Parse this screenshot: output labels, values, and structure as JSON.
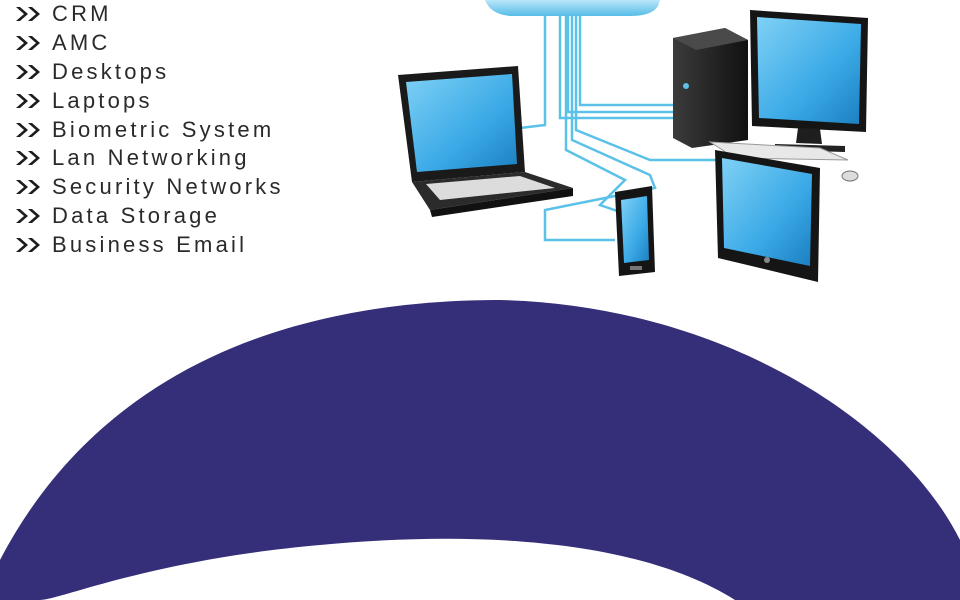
{
  "services": [
    {
      "label": "CRM"
    },
    {
      "label": "AMC"
    },
    {
      "label": "Desktops"
    },
    {
      "label": "Laptops"
    },
    {
      "label": "Biometric System"
    },
    {
      "label": "Lan Networking"
    },
    {
      "label": "Security Networks"
    },
    {
      "label": "Data Storage"
    },
    {
      "label": "Business Email"
    }
  ],
  "colors": {
    "bullet": "#1d1d1d",
    "text": "#2a2a2a",
    "arc": "#342f78",
    "screen": "#3aa9e6",
    "cable": "#5bc1e8"
  },
  "icons": {
    "bullet": "double-chevron-right-icon",
    "illustration": "cloud-network-devices-illustration"
  }
}
